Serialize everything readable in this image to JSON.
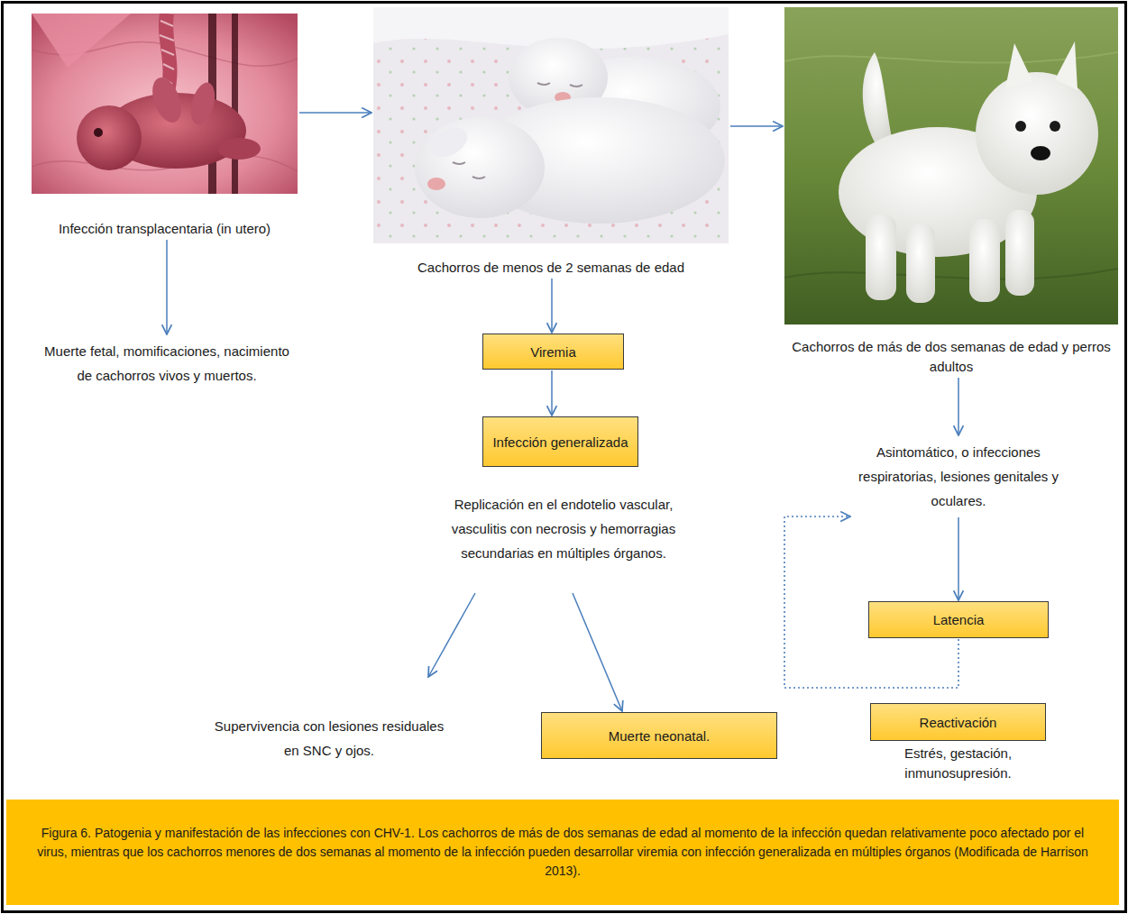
{
  "diagram": {
    "caption": "Figura 6. Patogenia y manifestación de las infecciones con CHV-1. Los cachorros de más de dos semanas de edad al momento de la infección quedan relativamente poco afectado por el virus, mientras que los cachorros menores de dos semanas al momento de la infección pueden desarrollar viremia con infección generalizada en múltiples órganos (Modificada de Harrison 2013).",
    "nodes": [
      {
        "text": [
          "Infección transplacentaria (in utero)"
        ]
      },
      {
        "text": [
          "Cachorros de menos de 2 semanas de edad"
        ]
      },
      {
        "text": [
          "Cachorros de más de dos semanas de edad y perros adultos"
        ]
      },
      {
        "text": [
          "Muerte fetal, momificaciones, nacimiento de cachorros vivos y muertos."
        ]
      },
      {
        "text": [
          "Viremia"
        ]
      },
      {
        "text": [
          "Infección generalizada"
        ]
      },
      {
        "text": [
          "Asintomático, o infecciones respiratorias, lesiones genitales y oculares."
        ]
      },
      {
        "text": [
          "Replicación en el endotelio vascular, vasculitis con necrosis y hemorragias secundarias en múltiples órganos."
        ]
      },
      {
        "text": [
          "Latencia"
        ]
      },
      {
        "text": [
          "Supervivencia con lesiones residuales en SNC y ojos."
        ]
      },
      {
        "text": [
          "Muerte neonatal."
        ]
      },
      {
        "text": [
          "Reactivación",
          "Estrés, gestación, inmunosupresión."
        ]
      }
    ],
    "edges": [
      {
        "from": 0,
        "to": 1,
        "arrow": "to"
      },
      {
        "from": 1,
        "to": 2,
        "arrow": "to"
      },
      {
        "from": 0,
        "to": 3,
        "arrow": "to"
      },
      {
        "from": 1,
        "to": 4,
        "arrow": "to"
      },
      {
        "from": 4,
        "to": 5,
        "arrow": "to"
      },
      {
        "from": 7,
        "to": 9,
        "arrow": "to"
      },
      {
        "from": 7,
        "to": 10,
        "arrow": "to"
      },
      {
        "from": 2,
        "to": 6,
        "arrow": "to"
      },
      {
        "from": 6,
        "to": 8,
        "arrow": "to"
      },
      {
        "from": 8,
        "to": 6,
        "arrow": "to"
      }
    ]
  }
}
